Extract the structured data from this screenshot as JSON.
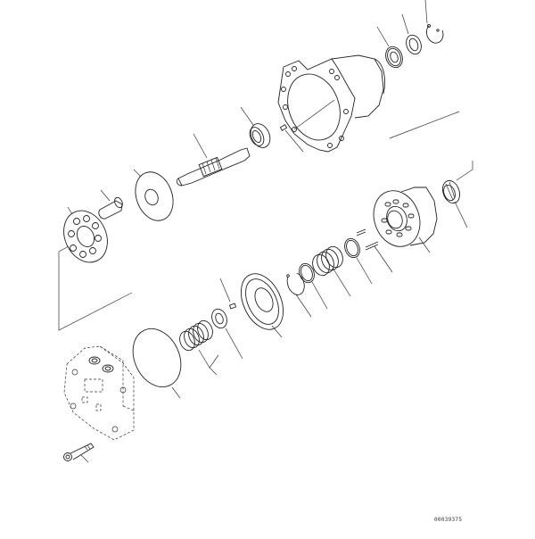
{
  "diagram": {
    "type": "exploded parts diagram",
    "subject": "hydraulic motor assembly",
    "reference_code": "00039375",
    "colors": {
      "line": "#222222",
      "background": "#ffffff"
    },
    "parts": [
      {
        "id": "snap-ring-top",
        "shape": "snap ring"
      },
      {
        "id": "washer-top",
        "shape": "washer"
      },
      {
        "id": "bearing-top",
        "shape": "bearing"
      },
      {
        "id": "motor-housing",
        "shape": "flanged housing"
      },
      {
        "id": "dowel-pin",
        "shape": "pin"
      },
      {
        "id": "shaft-bearing",
        "shape": "bearing"
      },
      {
        "id": "drive-shaft",
        "shape": "splined shaft"
      },
      {
        "id": "thrust-plate",
        "shape": "plate"
      },
      {
        "id": "ball-guide",
        "shape": "guide"
      },
      {
        "id": "retainer-plate",
        "shape": "perforated plate"
      },
      {
        "id": "needle-bearing",
        "shape": "needle bearing"
      },
      {
        "id": "cylinder-block",
        "shape": "cylinder block"
      },
      {
        "id": "pins",
        "shape": "pins"
      },
      {
        "id": "spacer-ring",
        "shape": "ring"
      },
      {
        "id": "spring",
        "shape": "coil spring"
      },
      {
        "id": "washer-mid",
        "shape": "washer"
      },
      {
        "id": "snap-ring-mid",
        "shape": "snap ring"
      },
      {
        "id": "valve-plate",
        "shape": "valve plate"
      },
      {
        "id": "small-pin",
        "shape": "pin"
      },
      {
        "id": "bearing-low",
        "shape": "bearing"
      },
      {
        "id": "springs-pair",
        "shape": "coil springs"
      },
      {
        "id": "o-ring",
        "shape": "o-ring"
      },
      {
        "id": "end-cover",
        "shape": "valve body"
      },
      {
        "id": "bolt",
        "shape": "bolt"
      }
    ]
  }
}
